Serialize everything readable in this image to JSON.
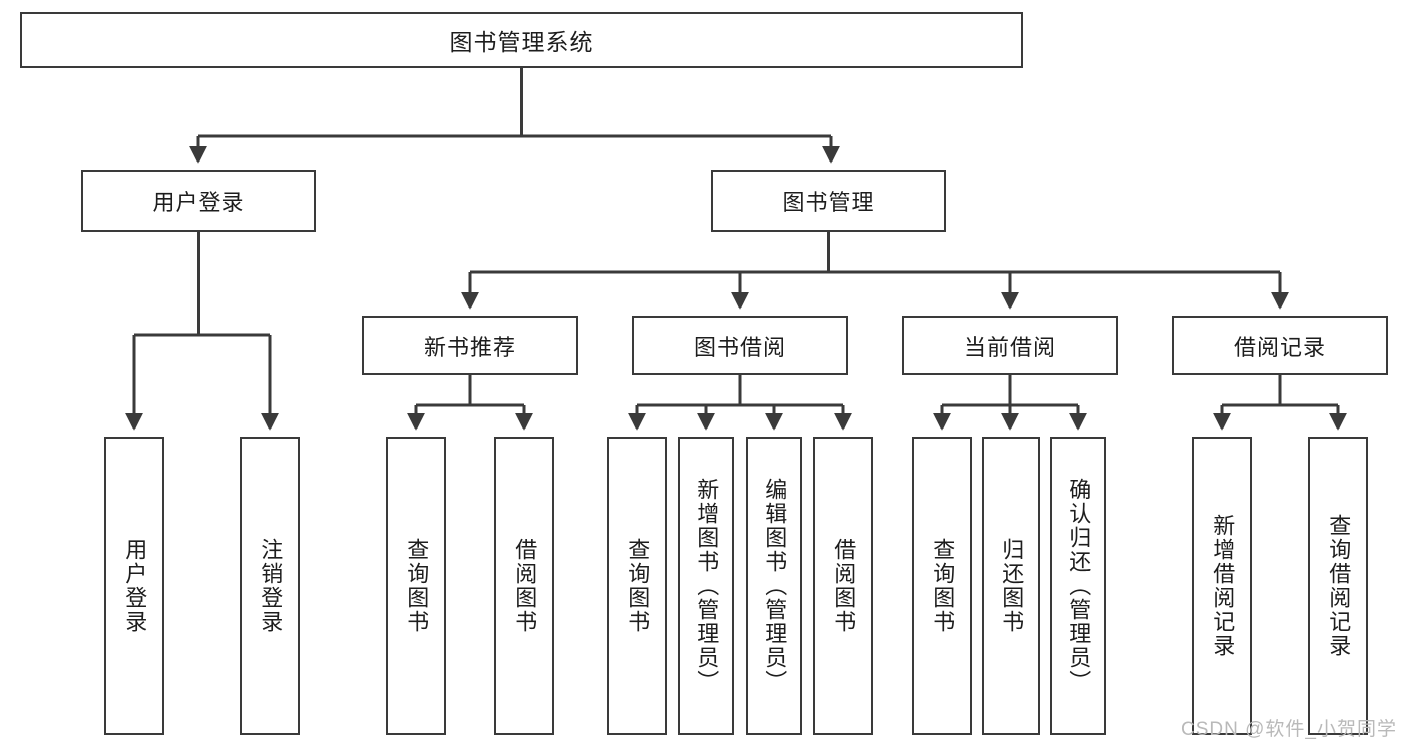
{
  "diagram": {
    "type": "tree-hierarchy",
    "title": "图书管理系统",
    "orientation": "top-down",
    "colors": {
      "box_border": "#3a3a3a",
      "box_fill": "#ffffff",
      "connector": "#3a3a3a",
      "text": "#1d1d1d",
      "watermark": "#b9b9b9",
      "background": "#ffffff"
    },
    "root": {
      "label": "图书管理系统"
    },
    "level2": [
      {
        "label": "用户登录"
      },
      {
        "label": "图书管理"
      }
    ],
    "level3": [
      {
        "label": "新书推荐"
      },
      {
        "label": "图书借阅"
      },
      {
        "label": "当前借阅"
      },
      {
        "label": "借阅记录"
      }
    ],
    "leaves": {
      "user_login": [
        {
          "label": "用户登录"
        },
        {
          "label": "注销登录"
        }
      ],
      "new_book": [
        {
          "label": "查询图书"
        },
        {
          "label": "借阅图书"
        }
      ],
      "borrow_book": [
        {
          "label": "查询图书"
        },
        {
          "label": "新增图书（管理员）"
        },
        {
          "label": "编辑图书（管理员）"
        },
        {
          "label": "借阅图书"
        }
      ],
      "current_borrow": [
        {
          "label": "查询图书"
        },
        {
          "label": "归还图书"
        },
        {
          "label": "确认归还（管理员）"
        }
      ],
      "borrow_record": [
        {
          "label": "新增借阅记录"
        },
        {
          "label": "查询借阅记录"
        }
      ]
    }
  },
  "watermark": {
    "text": "CSDN @软件_小贺同学"
  }
}
